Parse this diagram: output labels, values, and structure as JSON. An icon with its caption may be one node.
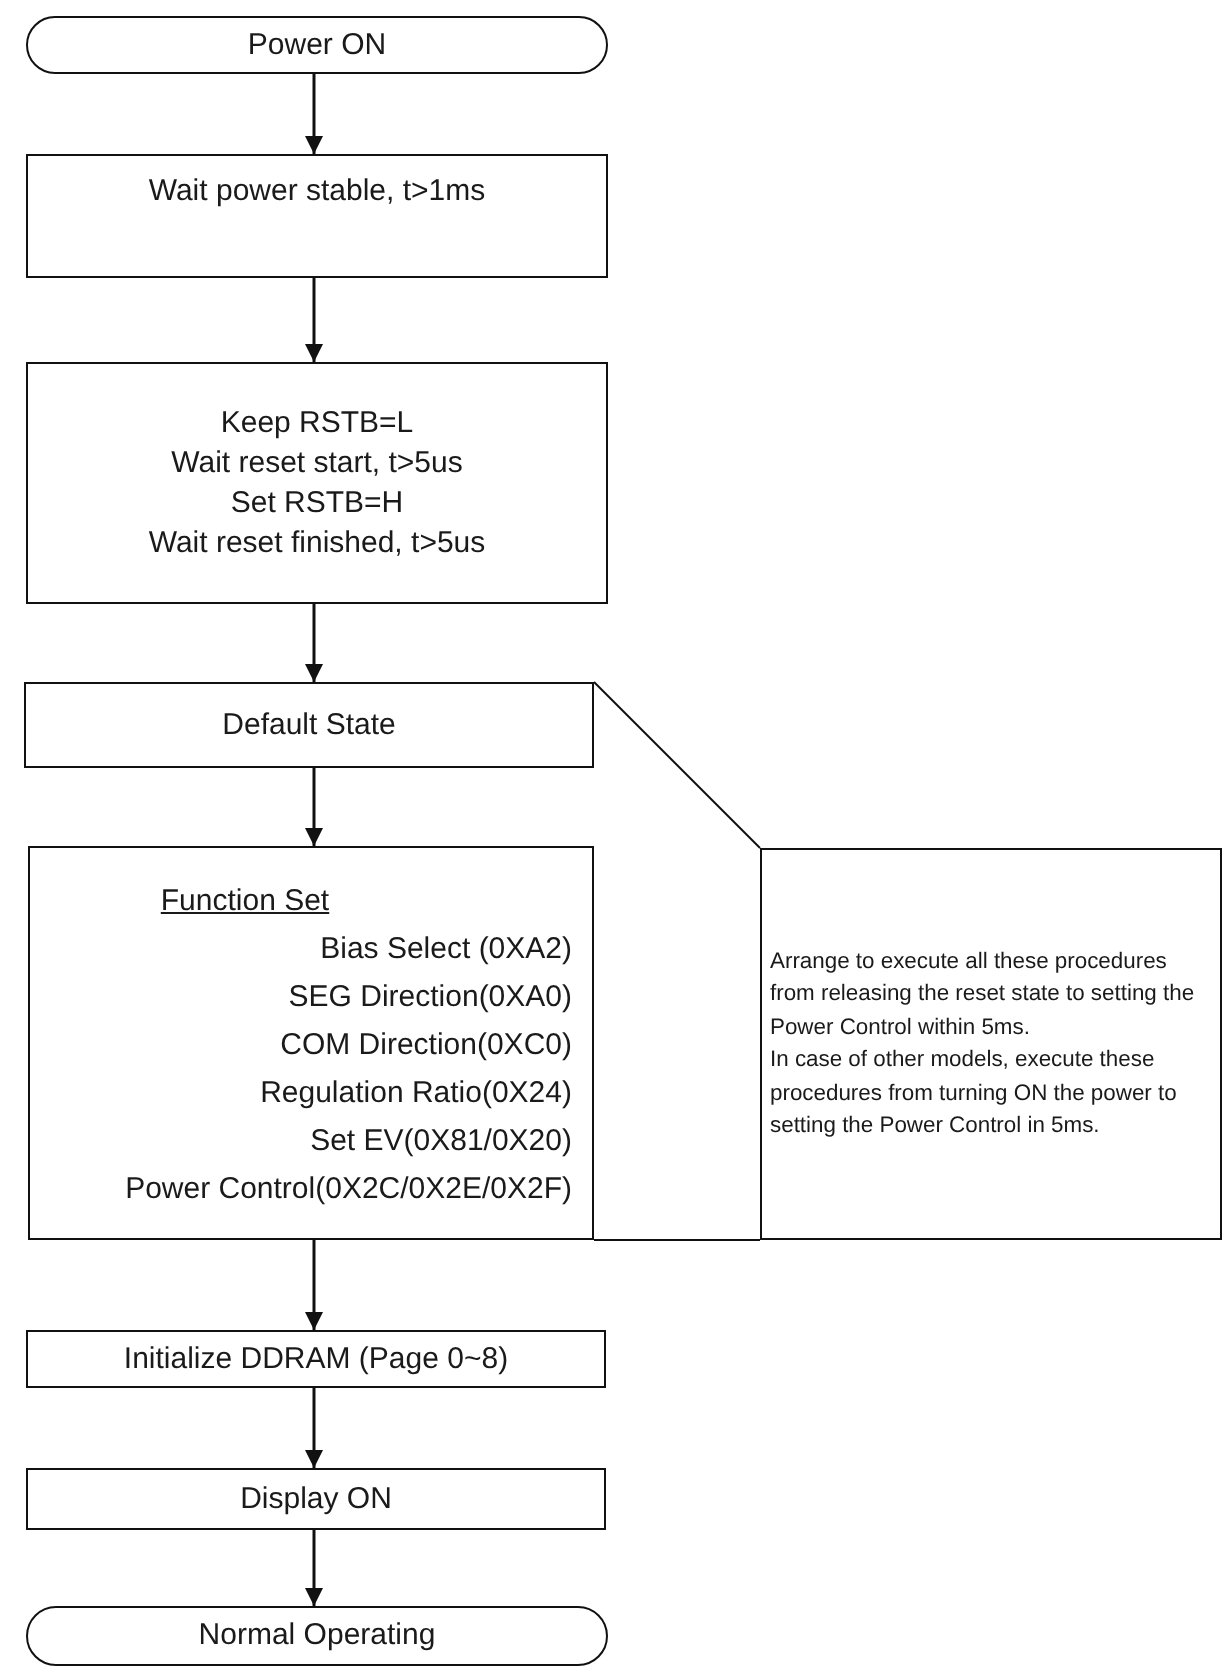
{
  "diagram": {
    "nodes": [
      {
        "text": [
          "Power ON"
        ]
      },
      {
        "text": [
          "Wait power stable, t>1ms"
        ]
      },
      {
        "text": [
          "Keep RSTB=L",
          "Wait reset start, t>5us",
          "Set RSTB=H",
          "Wait reset finished, t>5us"
        ]
      },
      {
        "text": [
          "Default State"
        ]
      },
      {
        "text": [
          "Function Set",
          "Bias Select (0XA2)",
          "SEG Direction(0XA0)",
          "COM Direction(0XC0)",
          "Regulation Ratio(0X24)",
          "Set EV(0X81/0X20)",
          "Power Control(0X2C/0X2E/0X2F)"
        ]
      },
      {
        "text": [
          "Arrange to execute all these procedures from releasing the reset state to setting the Power Control within 5ms.",
          "In case of other models, execute these procedures from turning ON the power to setting the Power Control in 5ms."
        ]
      },
      {
        "text": [
          "Initialize DDRAM (Page 0~8)"
        ]
      },
      {
        "text": [
          "Display ON"
        ]
      },
      {
        "text": [
          "Normal Operating"
        ]
      }
    ],
    "edges": [
      {
        "from": 0,
        "to": 1,
        "arrow": "to"
      },
      {
        "from": 1,
        "to": 2,
        "arrow": "to"
      },
      {
        "from": 2,
        "to": 3,
        "arrow": "to"
      },
      {
        "from": 3,
        "to": 4,
        "arrow": "to"
      },
      {
        "from": 4,
        "to": 6,
        "arrow": "to"
      },
      {
        "from": 6,
        "to": 7,
        "arrow": "to"
      },
      {
        "from": 7,
        "to": 8,
        "arrow": "to"
      },
      {
        "from": 3,
        "to": 5,
        "arrow": "none"
      },
      {
        "from": 4,
        "to": 5,
        "arrow": "none"
      }
    ]
  }
}
